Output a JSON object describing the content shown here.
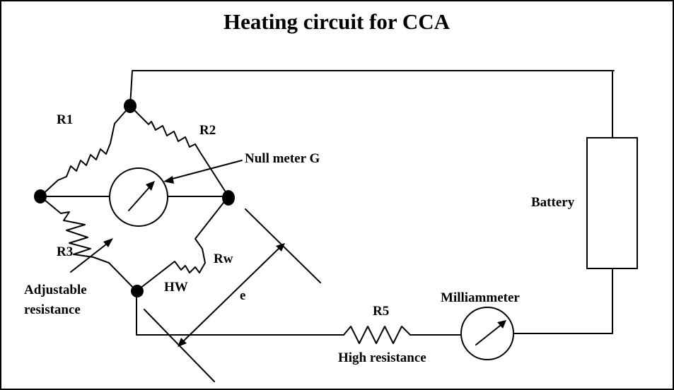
{
  "title": "Heating circuit for CCA",
  "labels": {
    "r1": "R1",
    "r2": "R2",
    "r3": "R3",
    "r5": "R5",
    "rw": "Rw",
    "hw": "HW",
    "e": "e",
    "null_meter": "Null meter G",
    "battery": "Battery",
    "milliammeter": "Milliammeter",
    "adjustable_line1": "Adjustable",
    "adjustable_line2": "resistance",
    "high_resistance": "High resistance"
  }
}
